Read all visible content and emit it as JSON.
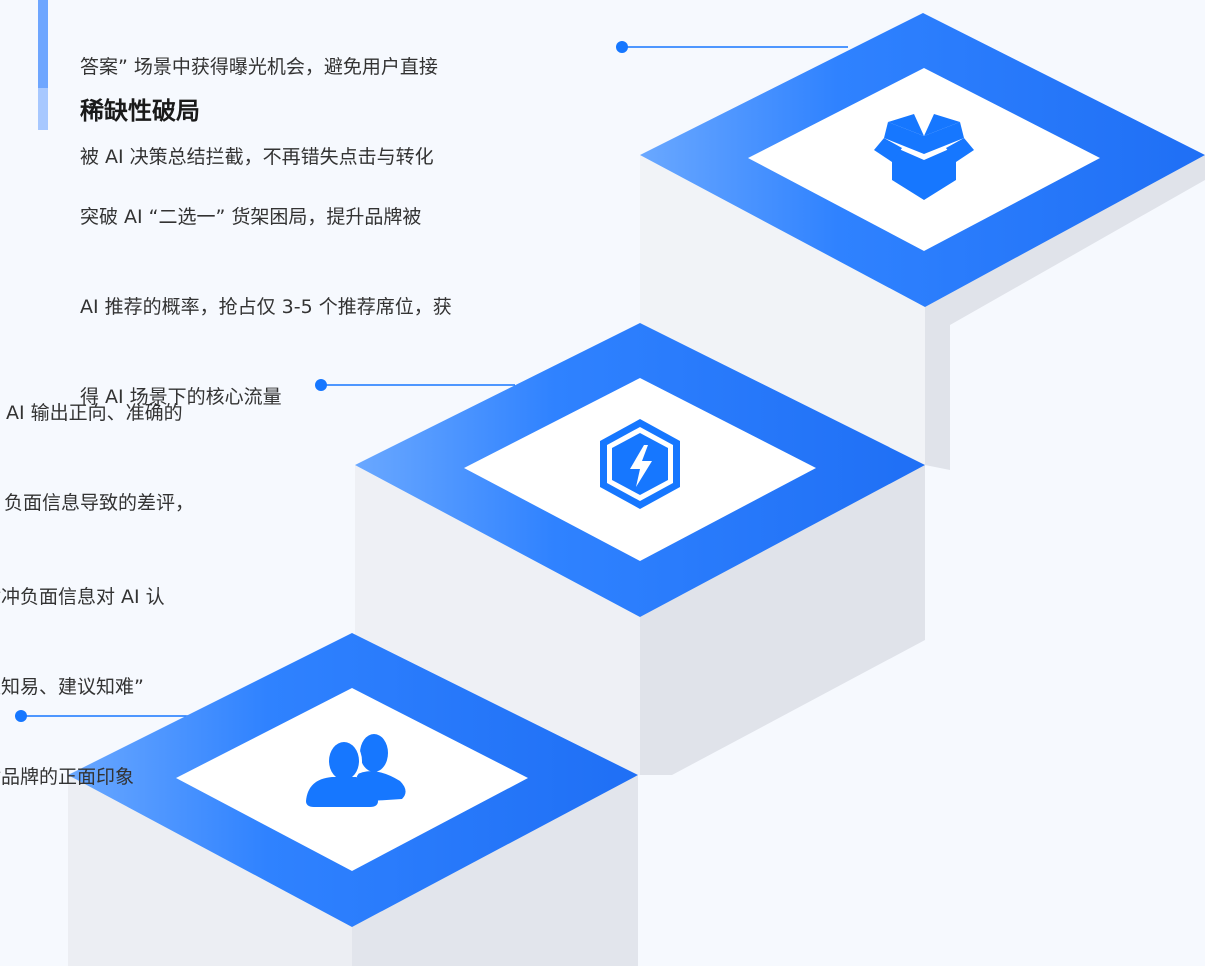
{
  "colors": {
    "accent": "#1677ff",
    "accent_light": "#8cb9ff",
    "step_top": "#2f82ff",
    "step_inner": "#ffffff",
    "wall_light": "#eef0f5",
    "wall_dark": "#dfe2e9",
    "connector": "#1677ff",
    "background": "#f6f9fe"
  },
  "top_section": {
    "intro_lines": [
      "答案” 场景中获得曝光机会，避免用户直接",
      "被 AI 决策总结拦截，不再错失点击与转化"
    ],
    "heading": "稀缺性破局",
    "body_lines": [
      "突破 AI “二选一” 货架困局，提升品牌被",
      "AI 推荐的概率，抢占仅 3-5 个推荐席位，获",
      "得 AI 场景下的核心流量"
    ]
  },
  "middle_section": {
    "lines": [
      "AI 输出正向、准确的",
      "负面信息导致的差评，"
    ]
  },
  "lower_section": {
    "lines": [
      "对冲负面信息对 AI 认",
      "认知易、建议知难”",
      "对品牌的正面印象"
    ]
  },
  "steps": [
    {
      "name": "step-3",
      "icon": "box-icon"
    },
    {
      "name": "step-2",
      "icon": "lightning-shield-icon"
    },
    {
      "name": "step-1",
      "icon": "users-icon"
    }
  ]
}
